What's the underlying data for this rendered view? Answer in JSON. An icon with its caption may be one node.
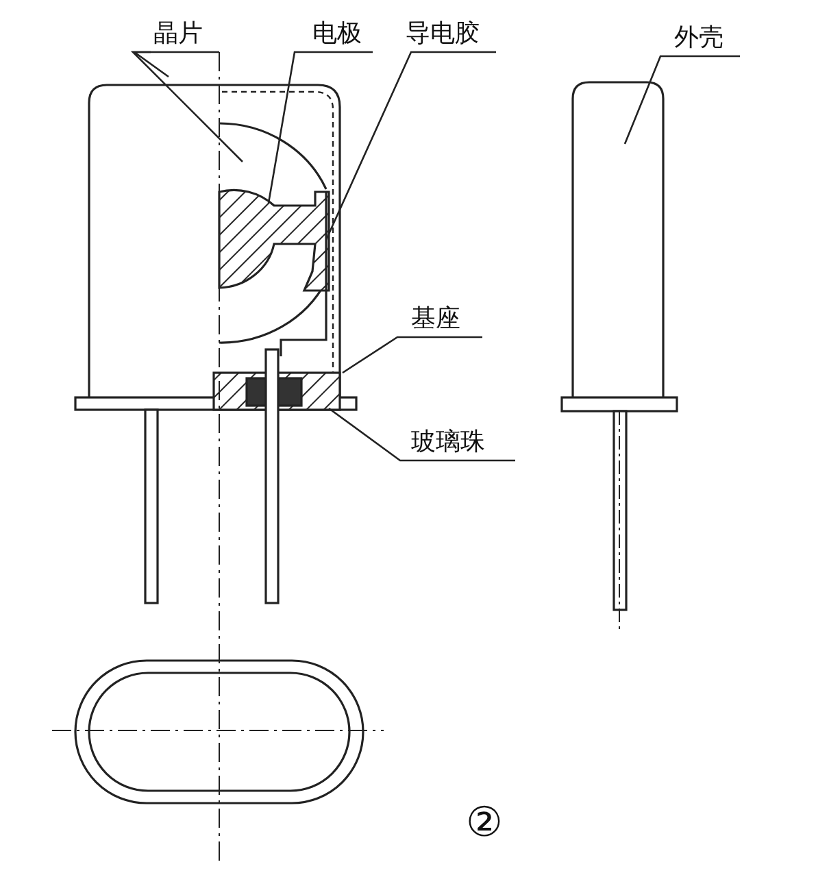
{
  "diagram": {
    "nodes": [
      {
        "text": [
          "晶片"
        ]
      },
      {
        "text": [
          "电极"
        ]
      },
      {
        "text": [
          "导电胶"
        ]
      },
      {
        "text": [
          "外壳"
        ]
      },
      {
        "text": [
          "基座"
        ]
      },
      {
        "text": [
          "玻璃珠"
        ]
      }
    ],
    "edges": [
      {
        "from": 0,
        "to": null,
        "arrow": "none"
      },
      {
        "from": 0,
        "to": null,
        "arrow": "none"
      },
      {
        "from": 1,
        "to": null,
        "arrow": "none"
      },
      {
        "from": 2,
        "to": null,
        "arrow": "none"
      },
      {
        "from": 3,
        "to": null,
        "arrow": "none"
      },
      {
        "from": 4,
        "to": null,
        "arrow": "none"
      },
      {
        "from": 5,
        "to": null,
        "arrow": "none"
      }
    ],
    "labels": [
      "②"
    ]
  }
}
